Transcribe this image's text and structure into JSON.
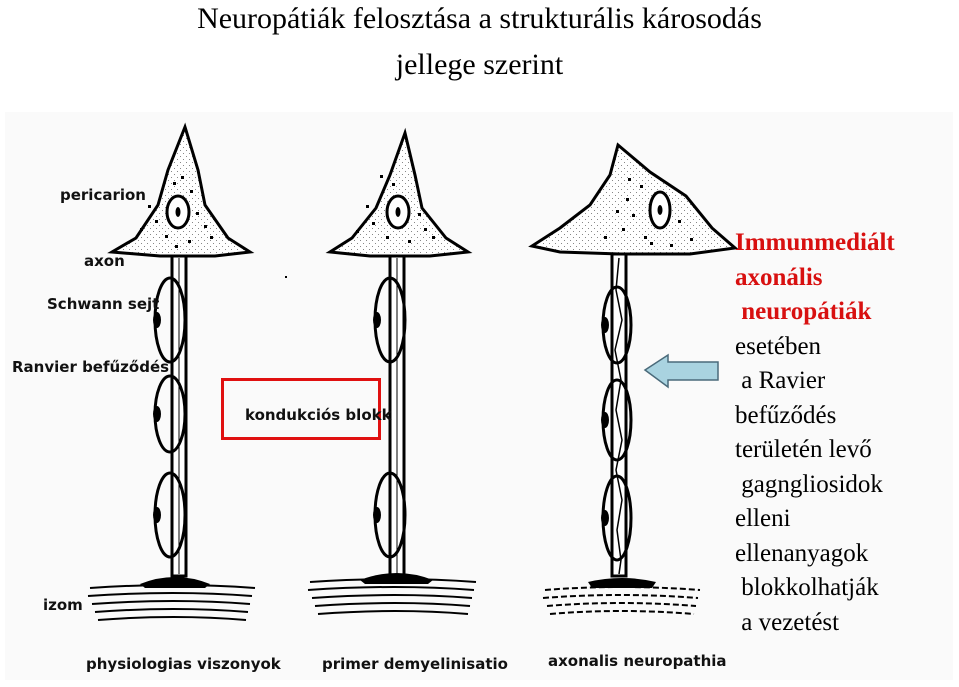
{
  "title": {
    "line1": "Neuropátiák felosztása a strukturális károsodás",
    "line2": "jellege szerint"
  },
  "labels": {
    "pericarion": "pericarion",
    "axon": "axon",
    "schwann": "Schwann sejt",
    "ranvier": "Ranvier befűződés",
    "izom": "izom",
    "blokk": "kondukciós blokk"
  },
  "captions": {
    "physio": "physiologias viszonyok",
    "primer": "primer demyelinisatio",
    "axonalis": "axonalis neuropathia"
  },
  "side_text": {
    "red": [
      "Immunmediált",
      "axonális",
      " neuropátiák"
    ],
    "black": [
      "esetében",
      " a Ravier",
      "befűződés",
      "területén levő",
      " gagngliosidok",
      "elleni",
      "ellenanyagok",
      " blokkolhatják",
      " a vezetést"
    ]
  },
  "colors": {
    "red": "#d81010",
    "box": "#e01010",
    "arrow": "#a9d3e0"
  }
}
